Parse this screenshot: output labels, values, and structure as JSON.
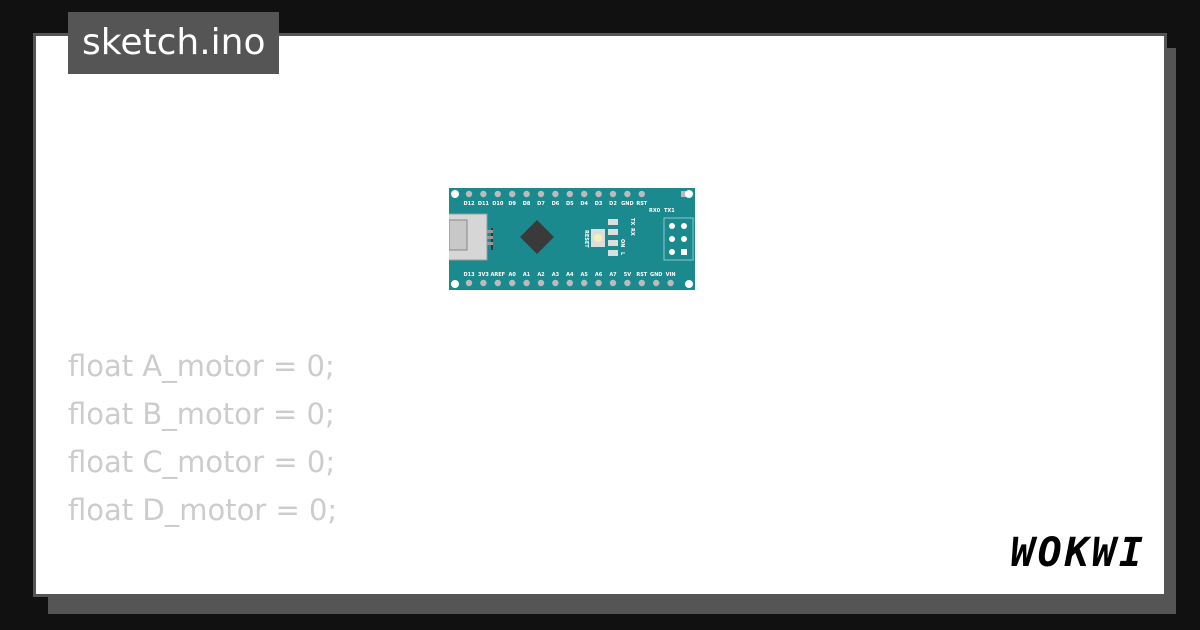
{
  "title": "sketch.ino",
  "code_lines": [
    "float A_motor = 0;",
    "float B_motor = 0;",
    "float C_motor = 0;",
    "float D_motor = 0;"
  ],
  "board": {
    "name": "arduino-nano",
    "color": "#1b8a8f",
    "top_pins": [
      "D12",
      "D11",
      "D10",
      "D9",
      "D8",
      "D7",
      "D6",
      "D5",
      "D4",
      "D3",
      "D2",
      "GND",
      "RST"
    ],
    "bottom_pins": [
      "D13",
      "3V3",
      "AREF",
      "A0",
      "A1",
      "A2",
      "A3",
      "A4",
      "A5",
      "A6",
      "A7",
      "5V",
      "RST",
      "GND",
      "VIN"
    ],
    "labels": {
      "rx0": "RX0",
      "tx1": "TX1",
      "reset": "RESET",
      "tx": "TX",
      "rx": "RX",
      "on": "ON",
      "l": "L"
    }
  },
  "logo": "WOKWI"
}
